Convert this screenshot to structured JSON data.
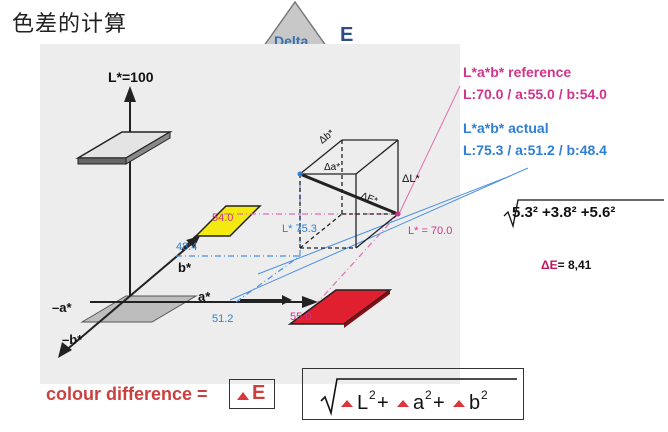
{
  "title": "色差的计算",
  "logo": {
    "delta_word": "Delta",
    "e_letter": "E"
  },
  "reference": {
    "title": "L*a*b* reference",
    "values": "L:70.0 / a:55.0 / b:54.0"
  },
  "actual": {
    "title": "L*a*b*  actual",
    "values": "L:75.3 / a:51.2 / b:48.4"
  },
  "calculation": {
    "expression": "5.3² +3.8² +5.6²",
    "result_label": "ΔE",
    "result_value": "= 8,41"
  },
  "axes": {
    "l_top": "L*=100",
    "a_pos": "a*",
    "a_neg": "–a*",
    "b_pos": "b*",
    "b_neg": "–b*"
  },
  "diagram_labels": {
    "b_ref": "54.0",
    "b_act": "48.4",
    "a_act": "51.2",
    "a_ref": "55.0",
    "l_act": "L* 75.3",
    "l_ref": "L* = 70.0",
    "delta_b": "Δb*",
    "delta_a": "Δa*",
    "delta_L": "ΔL*",
    "delta_E": "ΔE*"
  },
  "colour_difference": {
    "label": "colour difference =",
    "symbol": "E"
  },
  "formula": {
    "l": "L",
    "a": "a",
    "b": "b",
    "sq": "2",
    "plus": "+"
  },
  "colors": {
    "magenta": "#d1348c",
    "blue": "#2f7fd6",
    "red": "#e0202e",
    "yellow": "#f4ea12",
    "accent_red": "#c9403f"
  }
}
